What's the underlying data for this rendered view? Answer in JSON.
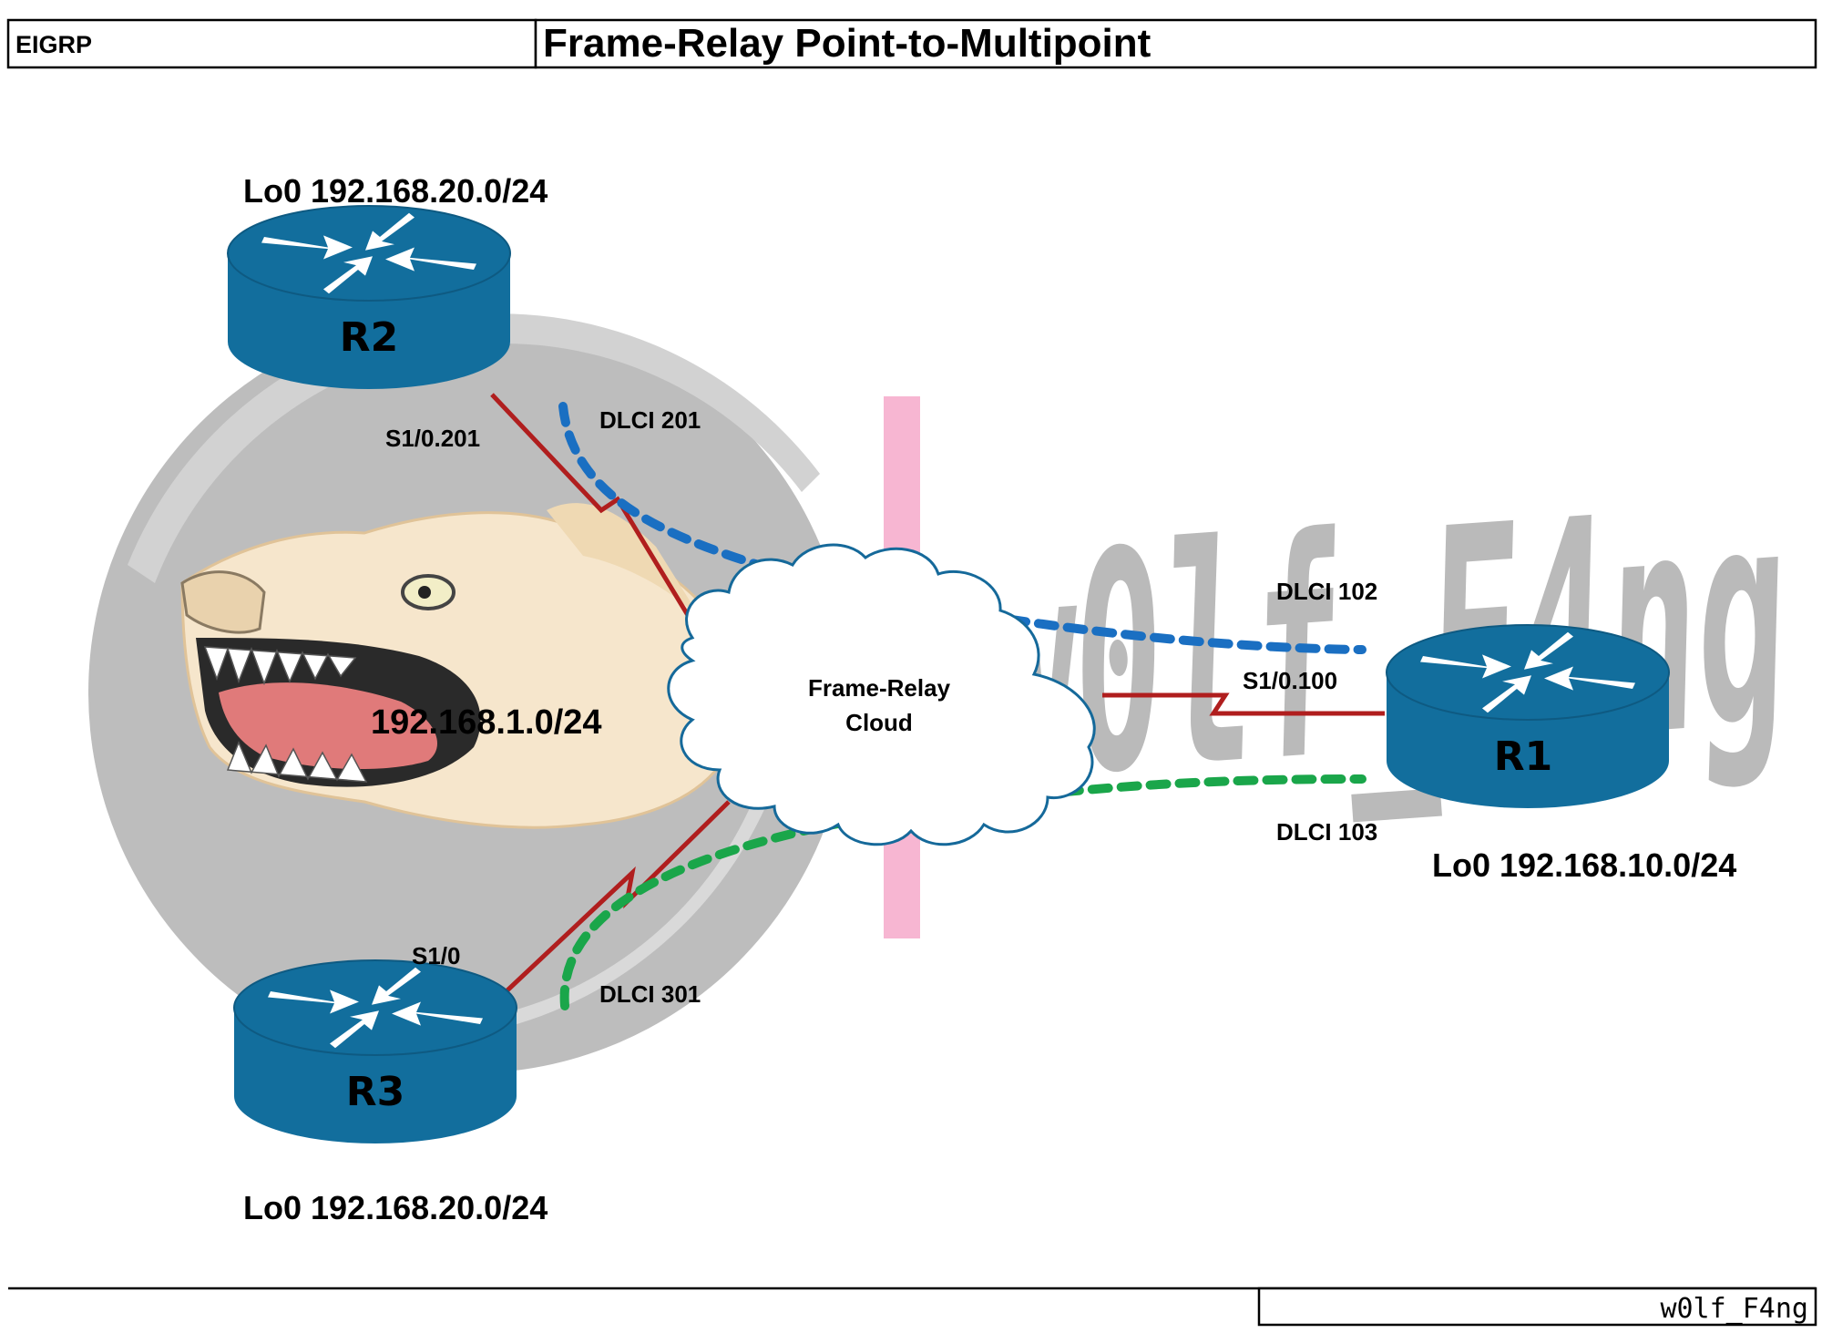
{
  "header": {
    "protocol": "EIGRP",
    "title": "Frame-Relay Point-to-Multipoint"
  },
  "network": {
    "subnet": "192.168.1.0/24"
  },
  "routers": {
    "r1": {
      "name": "R1",
      "loopback": "Lo0 192.168.10.0/24",
      "interface": "S1/0.100"
    },
    "r2": {
      "name": "R2",
      "loopback": "Lo0 192.168.20.0/24",
      "interface": "S1/0.201"
    },
    "r3": {
      "name": "R3",
      "loopback": "Lo0 192.168.20.0/24",
      "interface": "S1/0"
    }
  },
  "cloud": {
    "line1": "Frame-Relay",
    "line2": "Cloud"
  },
  "dlci": {
    "r2": "DLCI 201",
    "r3": "DLCI 301",
    "r1_to_r2": "DLCI 102",
    "r1_to_r3": "DLCI 103"
  },
  "footer": {
    "signature": "w0lf_F4ng"
  },
  "watermark": {
    "text": "w0lf_F4ng"
  },
  "colors": {
    "router": "#126e9d",
    "serial_link": "#b01e1e",
    "pvc_r2": "#1a6fc2",
    "pvc_r3": "#1aa64a",
    "divider": "#f7b6d2",
    "cloud_stroke": "#15699a",
    "watermark": "#b3b3b3"
  },
  "icons": {
    "router": "router-icon",
    "cloud": "cloud-icon",
    "mascot": "wolf-mascot-icon"
  }
}
